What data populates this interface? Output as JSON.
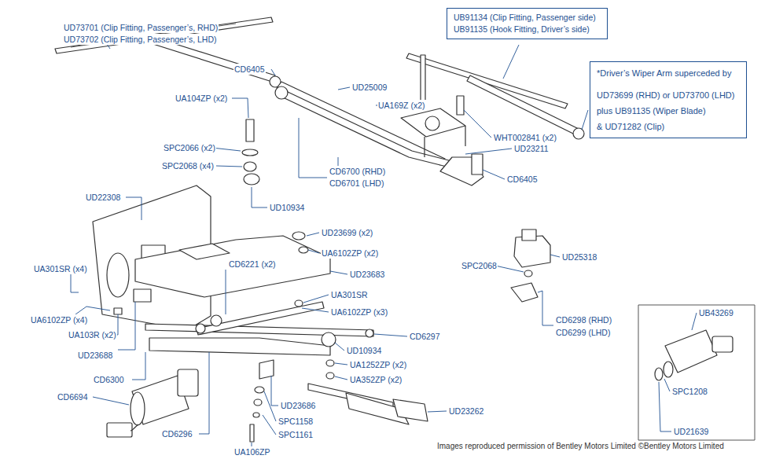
{
  "diagram": {
    "nodes": [
      {
        "text": [
          "UB91134 (Clip Fitting, Passenger side)",
          "UB91135 (Hook Fitting, Driver’s side)"
        ]
      },
      {
        "text": [
          "*Driver’s Wiper Arm superceded by",
          "UD73699 (RHD) or UD73700 (LHD)",
          "plus UB91135 (Wiper Blade)",
          "& UD71282 (Clip)"
        ]
      }
    ],
    "labels": [
      "UD73701 (Clip Fitting, Passenger’s, RHD)",
      "UD73702 (Clip Fitting, Passenger’s, LHD)",
      "CD6405",
      "UD25009",
      "UA104ZP (x2)",
      "UA169Z (x2)",
      "WHT002841 (x2)",
      "UD23211",
      "SPC2066 (x2)",
      "SPC2068 (x4)",
      "CD6405",
      "CD6700 (RHD)",
      "CD6701 (LHD)",
      "UD10934",
      "UD22308",
      "UD23699 (x2)",
      "UA6102ZP (x2)",
      "UA301SR (x4)",
      "CD6221 (x2)",
      "UD23683",
      "UD25318",
      "SPC2068",
      "UA301SR",
      "UA6102ZP (x4)",
      "UA6102ZP (x3)",
      "UA103R (x2)",
      "CD6297",
      "CD6298 (RHD)",
      "CD6299 (LHD)",
      "UD10934",
      "UD23688",
      "UA1252ZP (x2)",
      "CD6300",
      "UA352ZP (x2)",
      "CD6694",
      "UD23262",
      "UD23686",
      "SPC1158",
      "SPC1161",
      "CD6296",
      "UA106ZP",
      "UB43269",
      "SPC1208",
      "UD21639",
      "Images reproduced permission of Bentley Motors Limited ©Bentley Motors Limited"
    ]
  }
}
